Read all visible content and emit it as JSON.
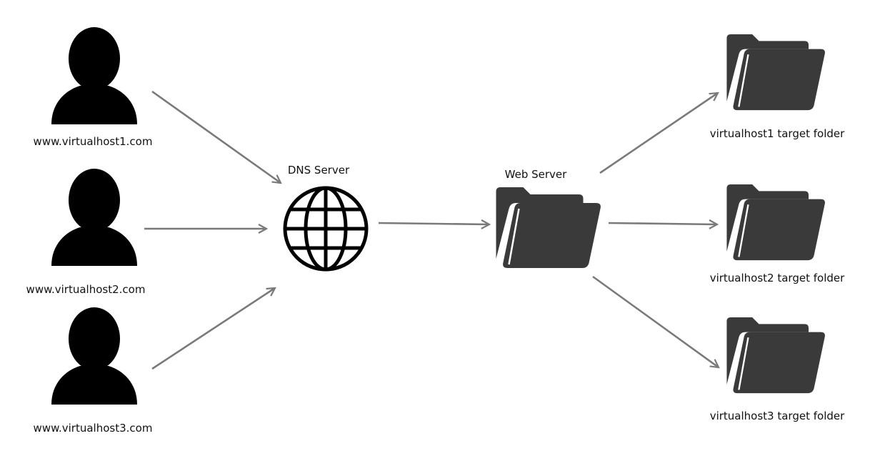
{
  "clients": [
    {
      "label": "www.virtualhost1.com",
      "icon": "user-silhouette-icon"
    },
    {
      "label": "www.virtualhost2.com",
      "icon": "user-silhouette-icon"
    },
    {
      "label": "www.virtualhost3.com",
      "icon": "user-silhouette-icon"
    }
  ],
  "dns_server": {
    "label": "DNS Server",
    "icon": "globe-icon"
  },
  "web_server": {
    "label": "Web Server",
    "icon": "folder-icon"
  },
  "targets": [
    {
      "label": "virtualhost1 target folder",
      "icon": "folder-icon"
    },
    {
      "label": "virtualhost2 target folder",
      "icon": "folder-icon"
    },
    {
      "label": "virtualhost3 target folder",
      "icon": "folder-icon"
    }
  ],
  "colors": {
    "icon": "#000000",
    "folder": "#3a3a3a",
    "arrow": "#7a7a7a",
    "text": "#111111"
  }
}
